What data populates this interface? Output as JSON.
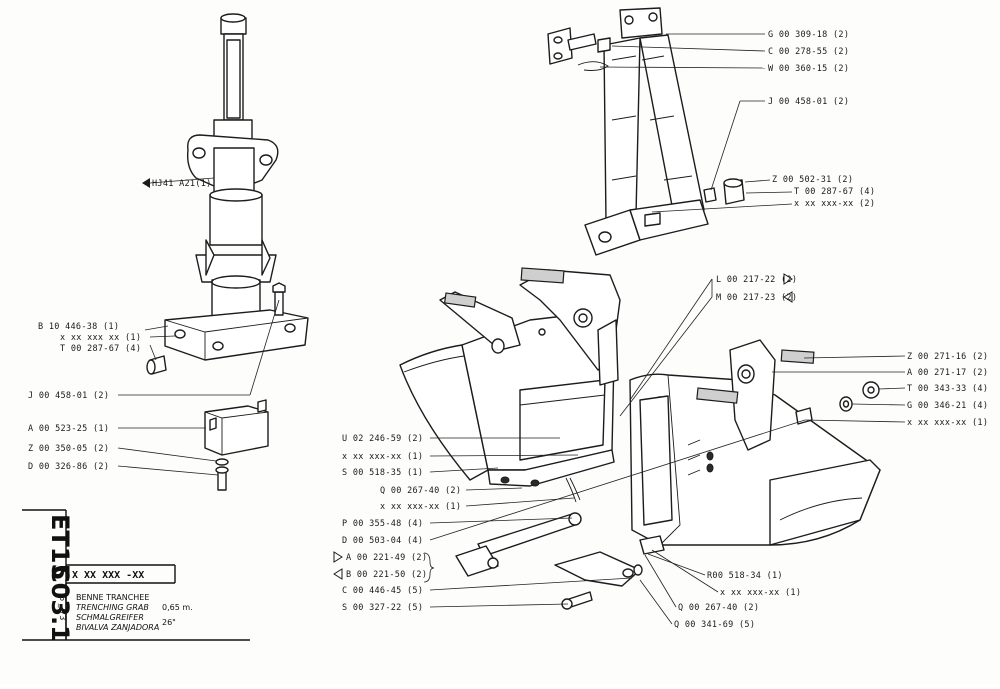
{
  "title_block": {
    "code_1": "ET15",
    "code_2": "C03.1",
    "date": "6 _ 73",
    "reference": "X XX XXX -XX",
    "title_fr": "BENNE TRANCHEE",
    "title_en": "TRENCHING GRAB",
    "title_de": "SCHMALGREIFER",
    "title_es": "BIVALVA ZANJADORA",
    "size_metric": "0,65 m.",
    "size_imperial": "26\""
  },
  "callouts": [
    {
      "id": "c-hj41",
      "text": "HJ41 A21(1)"
    },
    {
      "id": "c-b10",
      "text": "B 10 446-38 (1)"
    },
    {
      "id": "c-xx1",
      "text": "x xx xxx xx (1)"
    },
    {
      "id": "c-t00a",
      "text": "T 00 287-67 (4)"
    },
    {
      "id": "c-j00a",
      "text": "J 00 458-01 (2)"
    },
    {
      "id": "c-a00",
      "text": "A 00 523-25 (1)"
    },
    {
      "id": "c-z00a",
      "text": "Z 00 350-05 (2)"
    },
    {
      "id": "c-d00a",
      "text": "D 00 326-86 (2)"
    },
    {
      "id": "c-g00a",
      "text": "G 00 309-18 (2)"
    },
    {
      "id": "c-c00a",
      "text": "C 00 278-55 (2)"
    },
    {
      "id": "c-w00",
      "text": "W 00 360-15 (2)"
    },
    {
      "id": "c-j00b",
      "text": "J 00 458-01 (2)"
    },
    {
      "id": "c-z00b",
      "text": "Z 00 502-31 (2)"
    },
    {
      "id": "c-t00b",
      "text": "T 00 287-67 (4)"
    },
    {
      "id": "c-xx2",
      "text": "x xx xxx-xx (2)"
    },
    {
      "id": "c-l00",
      "text": "L 00 217-22 (2)"
    },
    {
      "id": "c-m00",
      "text": "M 00 217-23 (2)"
    },
    {
      "id": "c-z00c",
      "text": "Z 00 271-16 (2)"
    },
    {
      "id": "c-a00b",
      "text": "A 00 271-17 (2)"
    },
    {
      "id": "c-t00c",
      "text": "T 00 343-33 (4)"
    },
    {
      "id": "c-g00b",
      "text": "G 00 346-21 (4)"
    },
    {
      "id": "c-xx3",
      "text": "x xx xxx-xx (1)"
    },
    {
      "id": "c-u02",
      "text": "U 02 246-59 (2)"
    },
    {
      "id": "c-xx4",
      "text": "x xx xxx-xx (1)"
    },
    {
      "id": "c-s00a",
      "text": "S 00 518-35 (1)"
    },
    {
      "id": "c-q00a",
      "text": "Q 00 267-40 (2)"
    },
    {
      "id": "c-xx5",
      "text": "x xx xxx-xx (1)"
    },
    {
      "id": "c-p00",
      "text": "P 00 355-48 (4)"
    },
    {
      "id": "c-d00b",
      "text": "D 00 503-04 (4)"
    },
    {
      "id": "c-a00c",
      "text": "A 00 221-49 (2)"
    },
    {
      "id": "c-b00",
      "text": "B 00 221-50 (2)"
    },
    {
      "id": "c-c00b",
      "text": "C 00 446-45 (5)"
    },
    {
      "id": "c-s00b",
      "text": "S 00 327-22 (5)"
    },
    {
      "id": "c-r00",
      "text": "R00 518-34 (1)"
    },
    {
      "id": "c-xx6",
      "text": "x xx xxx-xx (1)"
    },
    {
      "id": "c-q00b",
      "text": "Q 00 267-40 (2)"
    },
    {
      "id": "c-q00c",
      "text": "Q 00 341-69 (5)"
    }
  ],
  "colors": {
    "ink": "#1c1c1c",
    "paper": "#fdfdfc",
    "shade": "#cfcfcf"
  }
}
